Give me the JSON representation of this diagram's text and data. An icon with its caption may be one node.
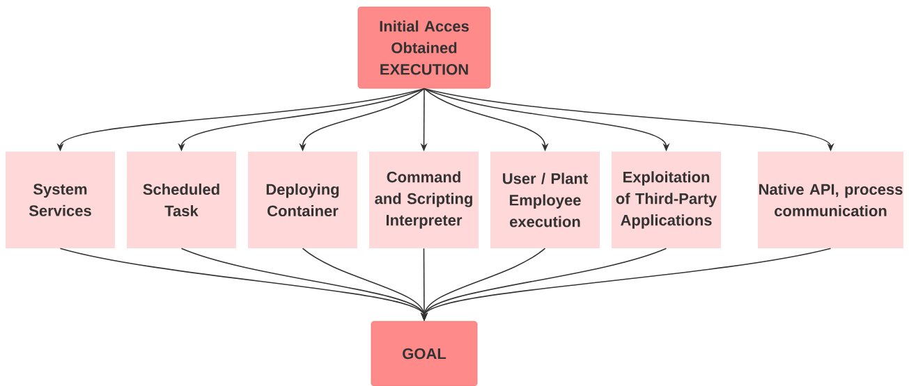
{
  "diagram": {
    "nodes": [
      {
        "text": [
          "Initial Acces Obtained EXECUTION"
        ]
      },
      {
        "text": [
          "System Services"
        ]
      },
      {
        "text": [
          "Scheduled Task"
        ]
      },
      {
        "text": [
          "Deploying Container"
        ]
      },
      {
        "text": [
          "Command and Scripting Interpreter"
        ]
      },
      {
        "text": [
          "User / Plant Employee execution"
        ]
      },
      {
        "text": [
          "Exploitation of Third-Party Applications"
        ]
      },
      {
        "text": [
          "Native API, process communication"
        ]
      },
      {
        "text": [
          "GOAL"
        ]
      }
    ],
    "edges": [
      {
        "from": 0,
        "to": 1,
        "arrow": "to"
      },
      {
        "from": 0,
        "to": 2,
        "arrow": "to"
      },
      {
        "from": 0,
        "to": 3,
        "arrow": "to"
      },
      {
        "from": 0,
        "to": 4,
        "arrow": "to"
      },
      {
        "from": 0,
        "to": 5,
        "arrow": "to"
      },
      {
        "from": 0,
        "to": 6,
        "arrow": "to"
      },
      {
        "from": 0,
        "to": 7,
        "arrow": "to"
      },
      {
        "from": 1,
        "to": 8,
        "arrow": "to"
      },
      {
        "from": 2,
        "to": 8,
        "arrow": "to"
      },
      {
        "from": 3,
        "to": 8,
        "arrow": "to"
      },
      {
        "from": 4,
        "to": 8,
        "arrow": "to"
      },
      {
        "from": 5,
        "to": 8,
        "arrow": "to"
      },
      {
        "from": 6,
        "to": 8,
        "arrow": "to"
      },
      {
        "from": 7,
        "to": 8,
        "arrow": "to"
      }
    ]
  }
}
